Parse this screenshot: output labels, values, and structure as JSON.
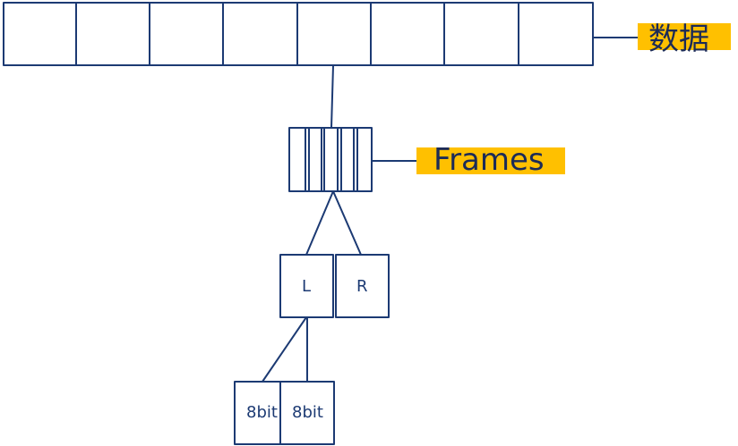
{
  "labels": {
    "data": "数据",
    "frames": "Frames",
    "left_channel": "L",
    "right_channel": "R",
    "bit_left": "8bit",
    "bit_right": "8bit"
  },
  "colors": {
    "stroke": "#1c3a73",
    "highlight": "#ffc000",
    "text": "#1c2b57"
  }
}
